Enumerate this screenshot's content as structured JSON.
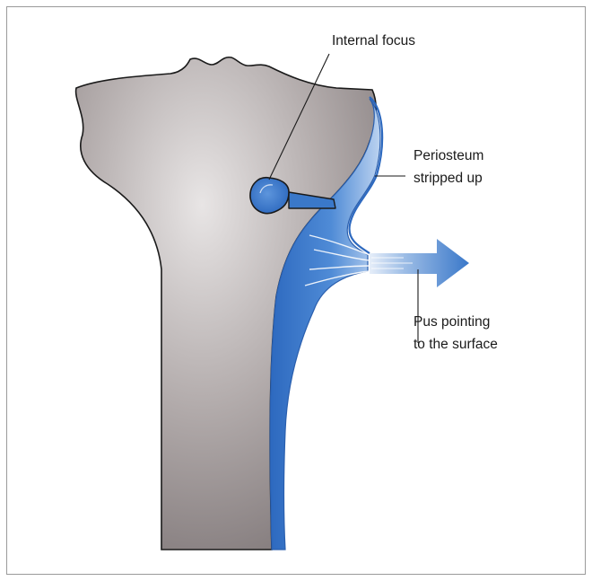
{
  "labels": {
    "internal_focus": "Internal focus",
    "periosteum_line1": "Periosteum",
    "periosteum_line2": "stripped up",
    "pus_line1": "Pus pointing",
    "pus_line2": "to the surface"
  },
  "colors": {
    "bone_light": "#e6e3e3",
    "bone_dark": "#8a8283",
    "pus_blue": "#3a78c9",
    "pus_light": "#bcd3f0",
    "outline": "#1a1a1a"
  }
}
